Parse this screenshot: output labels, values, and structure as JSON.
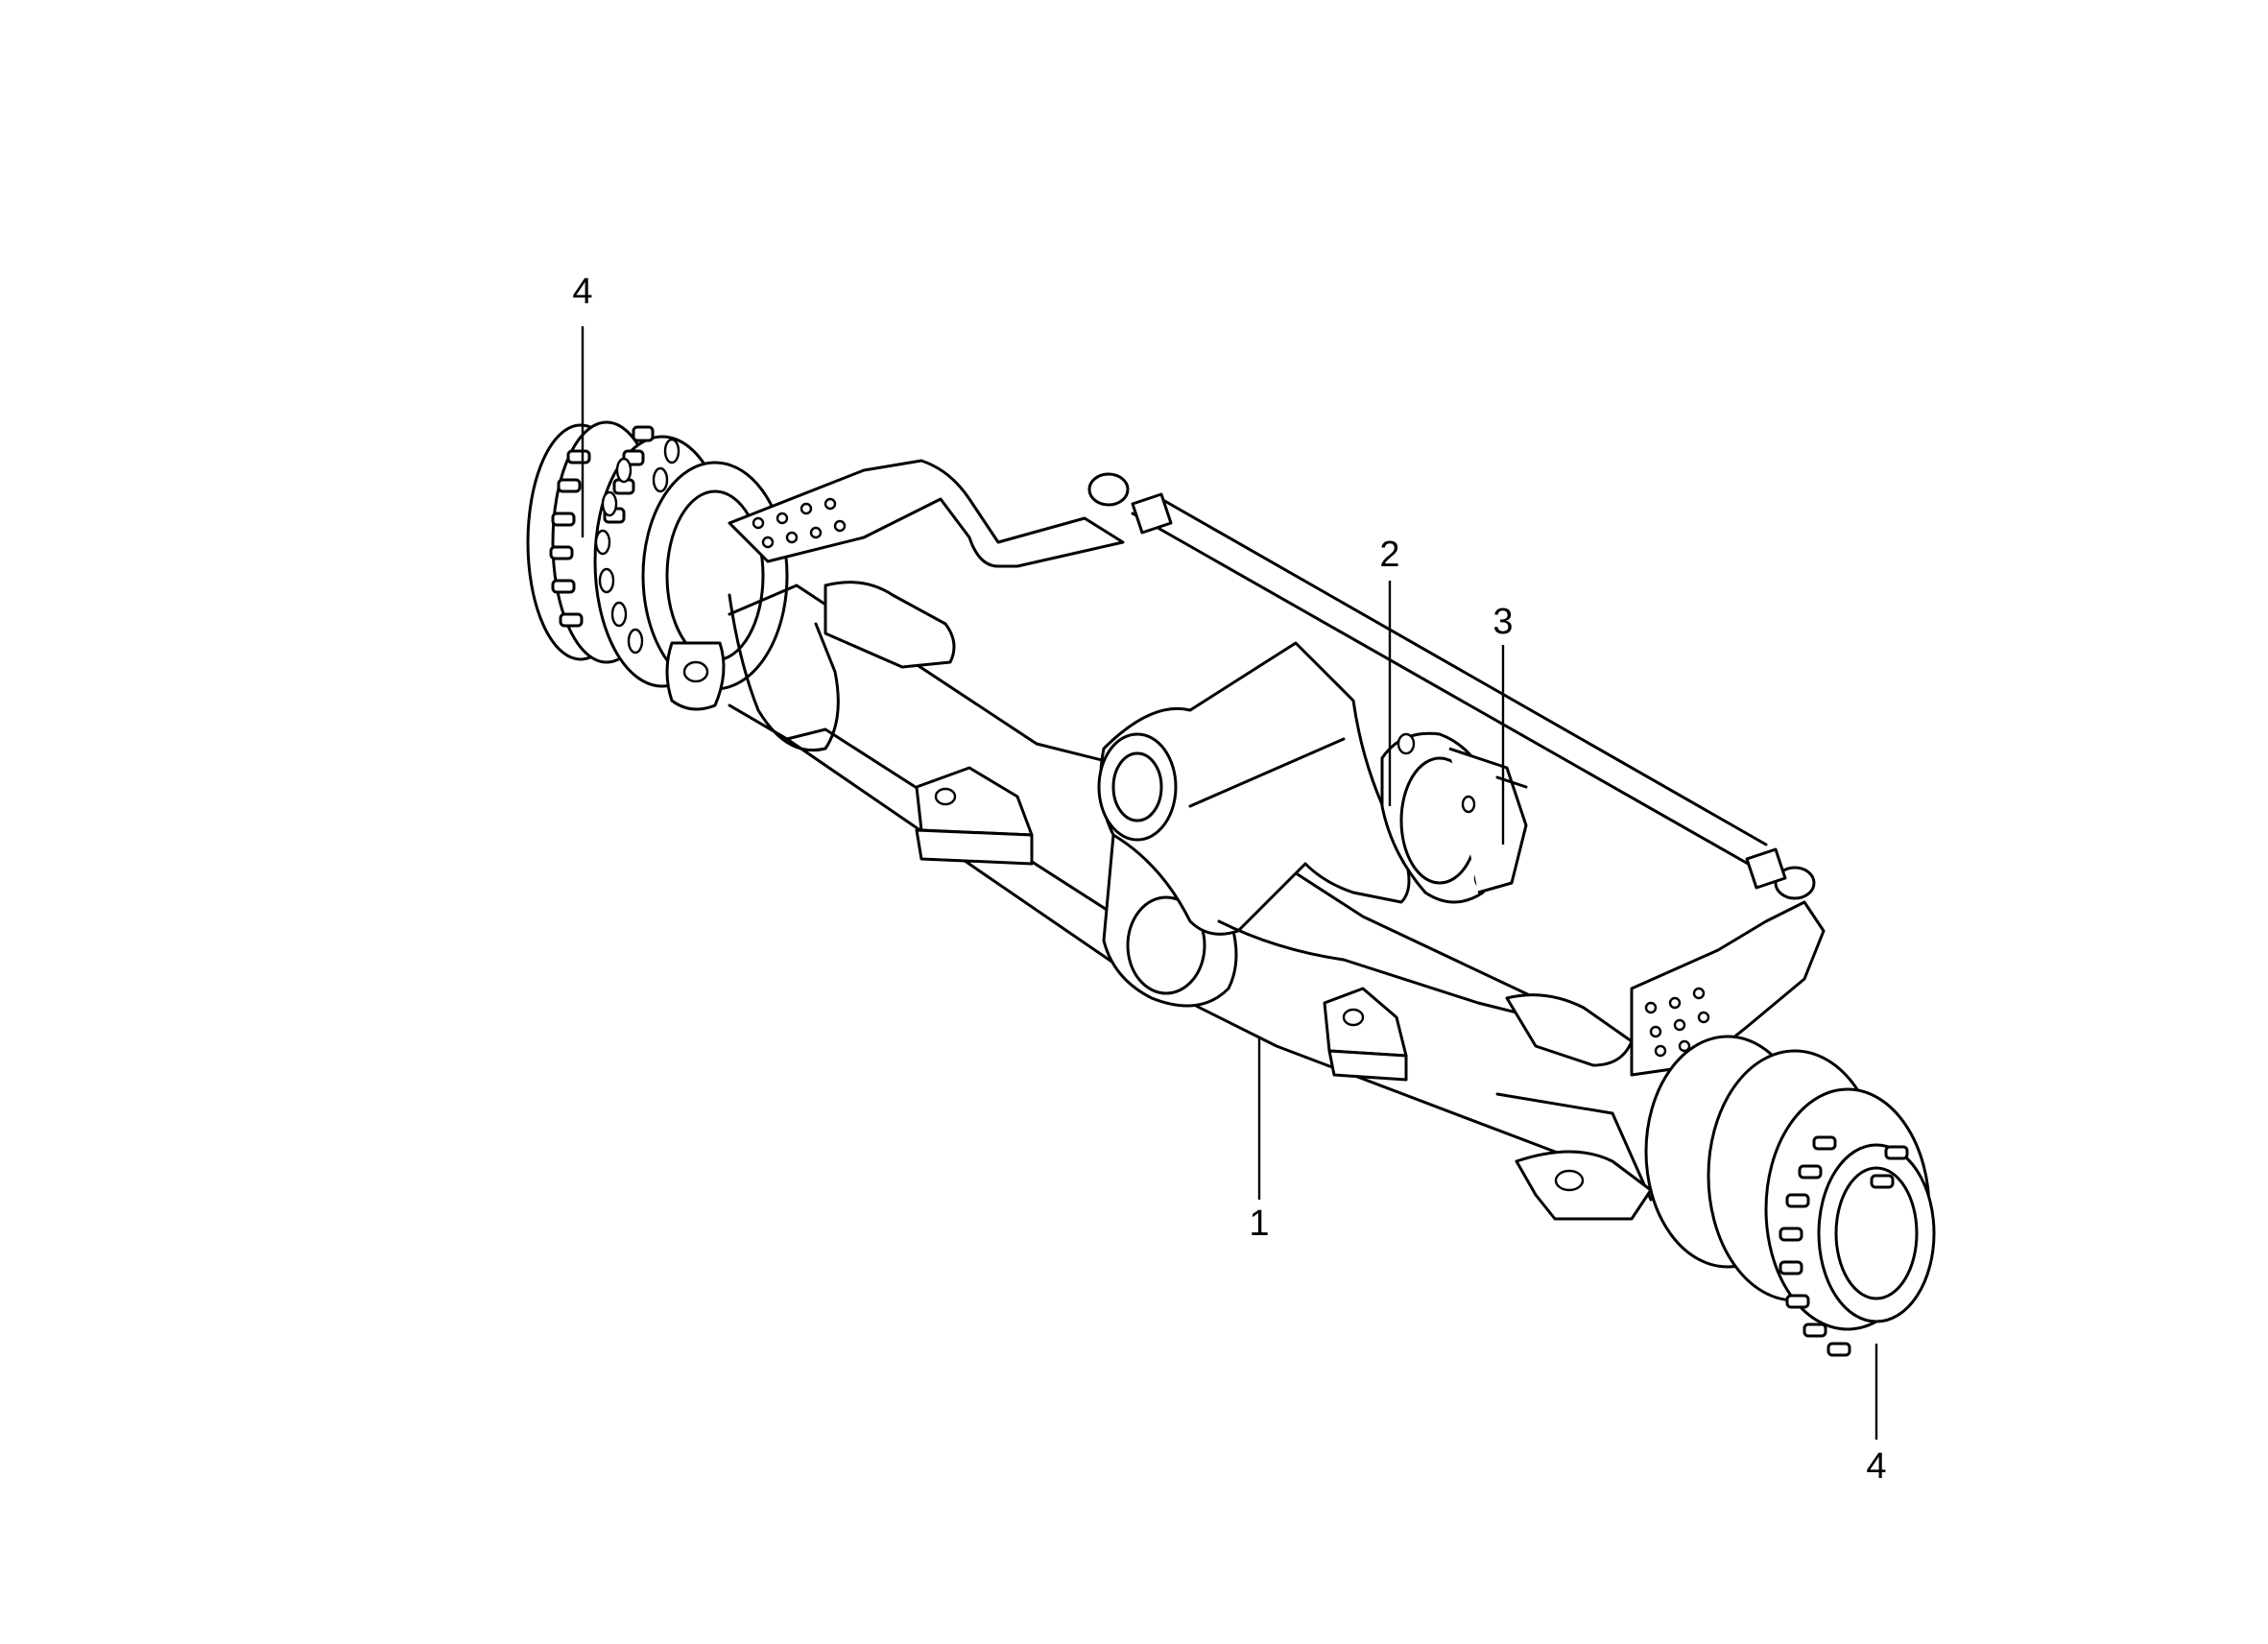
{
  "callouts": [
    {
      "id": "axle-beam",
      "text": "1"
    },
    {
      "id": "differential-flange",
      "text": "2"
    },
    {
      "id": "pinion-housing",
      "text": "3"
    },
    {
      "id": "hub-left",
      "text": "4"
    },
    {
      "id": "hub-right",
      "text": "4"
    }
  ]
}
